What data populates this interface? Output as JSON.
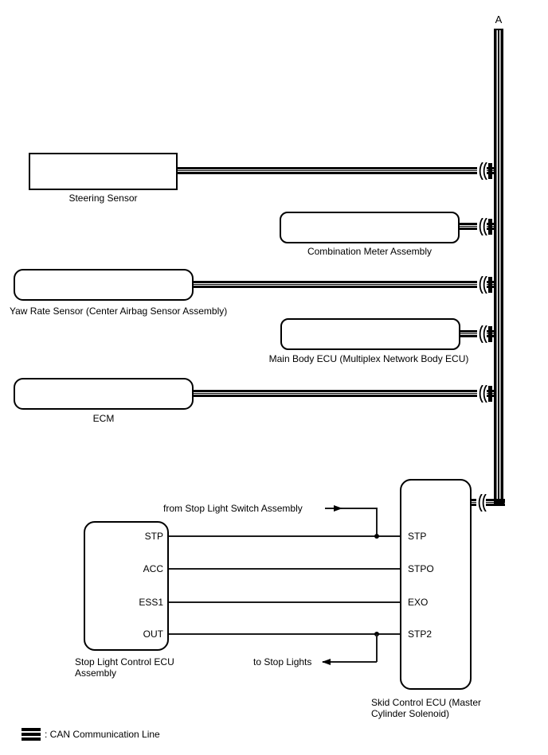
{
  "bus": {
    "label": "A"
  },
  "nodes": {
    "steering": {
      "label": "Steering Sensor"
    },
    "combination_meter": {
      "label": "Combination Meter Assembly"
    },
    "yaw_rate": {
      "label": "Yaw Rate Sensor (Center Airbag Sensor Assembly)"
    },
    "main_body": {
      "label": "Main Body ECU (Multiplex Network Body ECU)"
    },
    "ecm": {
      "label": "ECM"
    },
    "stop_light_ecu": {
      "label_line1": "Stop Light Control ECU",
      "label_line2": "Assembly",
      "pins": [
        "STP",
        "ACC",
        "ESS1",
        "OUT"
      ]
    },
    "skid_control_ecu": {
      "label_line1": "Skid Control ECU (Master",
      "label_line2": "Cylinder Solenoid)",
      "pins": [
        "STP",
        "STPO",
        "EXO",
        "STP2"
      ]
    }
  },
  "annotations": {
    "from_stop_light_switch": "from Stop Light Switch Assembly",
    "to_stop_lights": "to Stop Lights"
  },
  "legend": {
    "text": ": CAN Communication Line"
  },
  "colors": {
    "line": "#000000",
    "background": "#ffffff"
  }
}
